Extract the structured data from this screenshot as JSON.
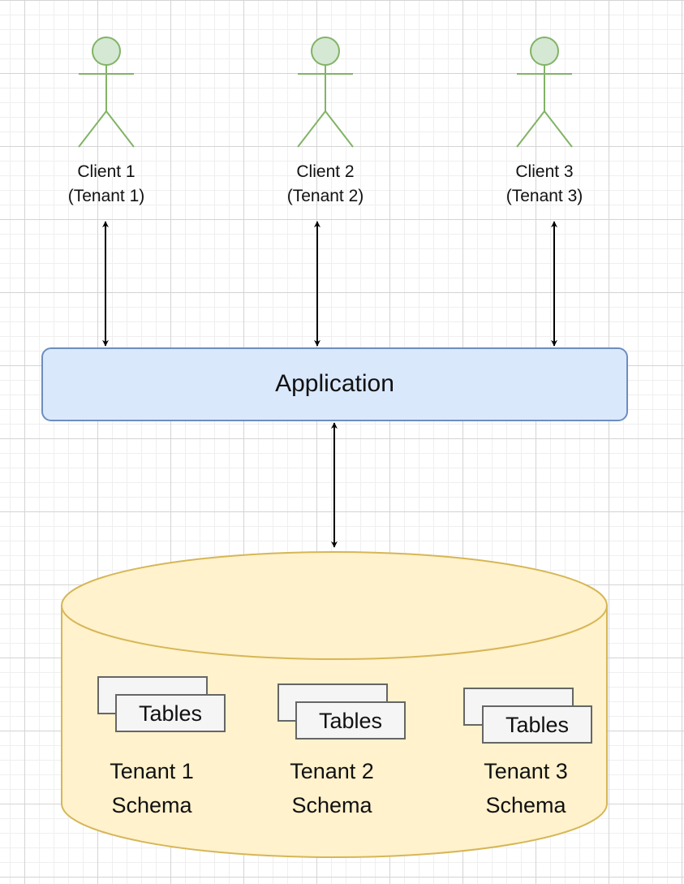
{
  "clients": [
    {
      "name": "Client 1",
      "tenant": "(Tenant 1)"
    },
    {
      "name": "Client 2",
      "tenant": "(Tenant 2)"
    },
    {
      "name": "Client 3",
      "tenant": "(Tenant 3)"
    }
  ],
  "application": {
    "label": "Application"
  },
  "database": {
    "schemas": [
      {
        "tables_label": "Tables",
        "line1": "Tenant 1",
        "line2": "Schema"
      },
      {
        "tables_label": "Tables",
        "line1": "Tenant 2",
        "line2": "Schema"
      },
      {
        "tables_label": "Tables",
        "line1": "Tenant 3",
        "line2": "Schema"
      }
    ]
  },
  "colors": {
    "actor_fill": "#d5e8d4",
    "actor_stroke": "#82b366",
    "app_fill": "#dae8fc",
    "app_stroke": "#6c8ebf",
    "db_fill": "#fff2cc",
    "db_stroke": "#d6b656",
    "table_fill": "#f5f5f5",
    "table_stroke": "#666666",
    "arrow": "#000000"
  }
}
